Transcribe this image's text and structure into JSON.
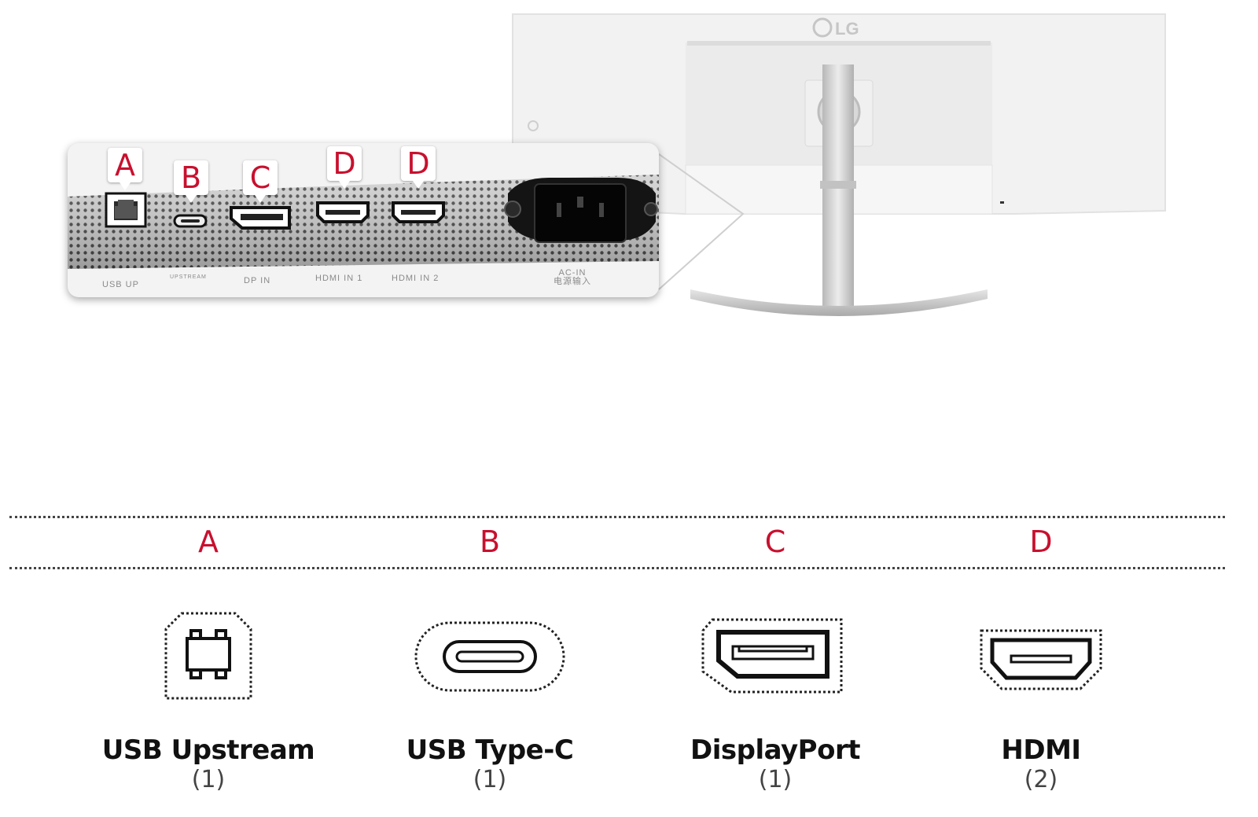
{
  "brand_logo": "LG",
  "colors": {
    "accent": "#c8102e",
    "monitor": "#f1f1f1",
    "stand": "#c9c9c9"
  },
  "panel": {
    "callouts": [
      "A",
      "B",
      "C",
      "D",
      "D"
    ],
    "labels": {
      "usb_up": "USB UP",
      "upstream": "UPSTREAM",
      "dp_in": "DP IN",
      "hdmi1": "HDMI IN 1",
      "hdmi2": "HDMI IN 2",
      "ac_in": "AC-IN",
      "ac_in_cn": "电源输入"
    }
  },
  "legend": [
    {
      "letter": "A",
      "name": "USB Upstream",
      "count": "(1)",
      "icon": "usb-b-icon"
    },
    {
      "letter": "B",
      "name": "USB Type-C",
      "count": "(1)",
      "icon": "usb-c-icon"
    },
    {
      "letter": "C",
      "name": "DisplayPort",
      "count": "(1)",
      "icon": "displayport-icon"
    },
    {
      "letter": "D",
      "name": "HDMI",
      "count": "(2)",
      "icon": "hdmi-icon"
    }
  ]
}
